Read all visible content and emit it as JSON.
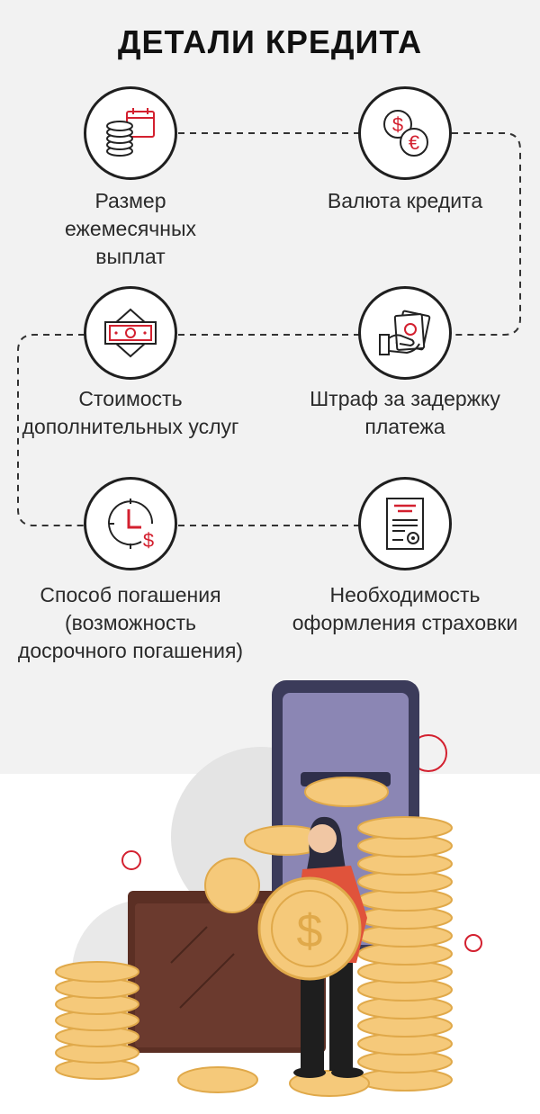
{
  "title": "ДЕТАЛИ КРЕДИТА",
  "items": [
    {
      "label": "Размер ежемесячных выплат",
      "icon": "calendar-coins-icon"
    },
    {
      "label": "Валюта кредита",
      "icon": "dollar-euro-icon"
    },
    {
      "label": "Стоимость дополнительных услуг",
      "icon": "banknote-icon"
    },
    {
      "label": "Штраф за задержку платежа",
      "icon": "hand-money-icon"
    },
    {
      "label": "Способ погашения (возможность досрочного погашения)",
      "icon": "clock-dollar-icon"
    },
    {
      "label": "Необходимость оформления страховки",
      "icon": "document-seal-icon"
    }
  ],
  "colors": {
    "accent": "#d3202f",
    "outline": "#1f1f1f",
    "background": "#f2f2f2",
    "phone": "#8b86b4",
    "wallet": "#6b3a2e",
    "coin": "#f5c97a",
    "shirt": "#e0533b"
  }
}
